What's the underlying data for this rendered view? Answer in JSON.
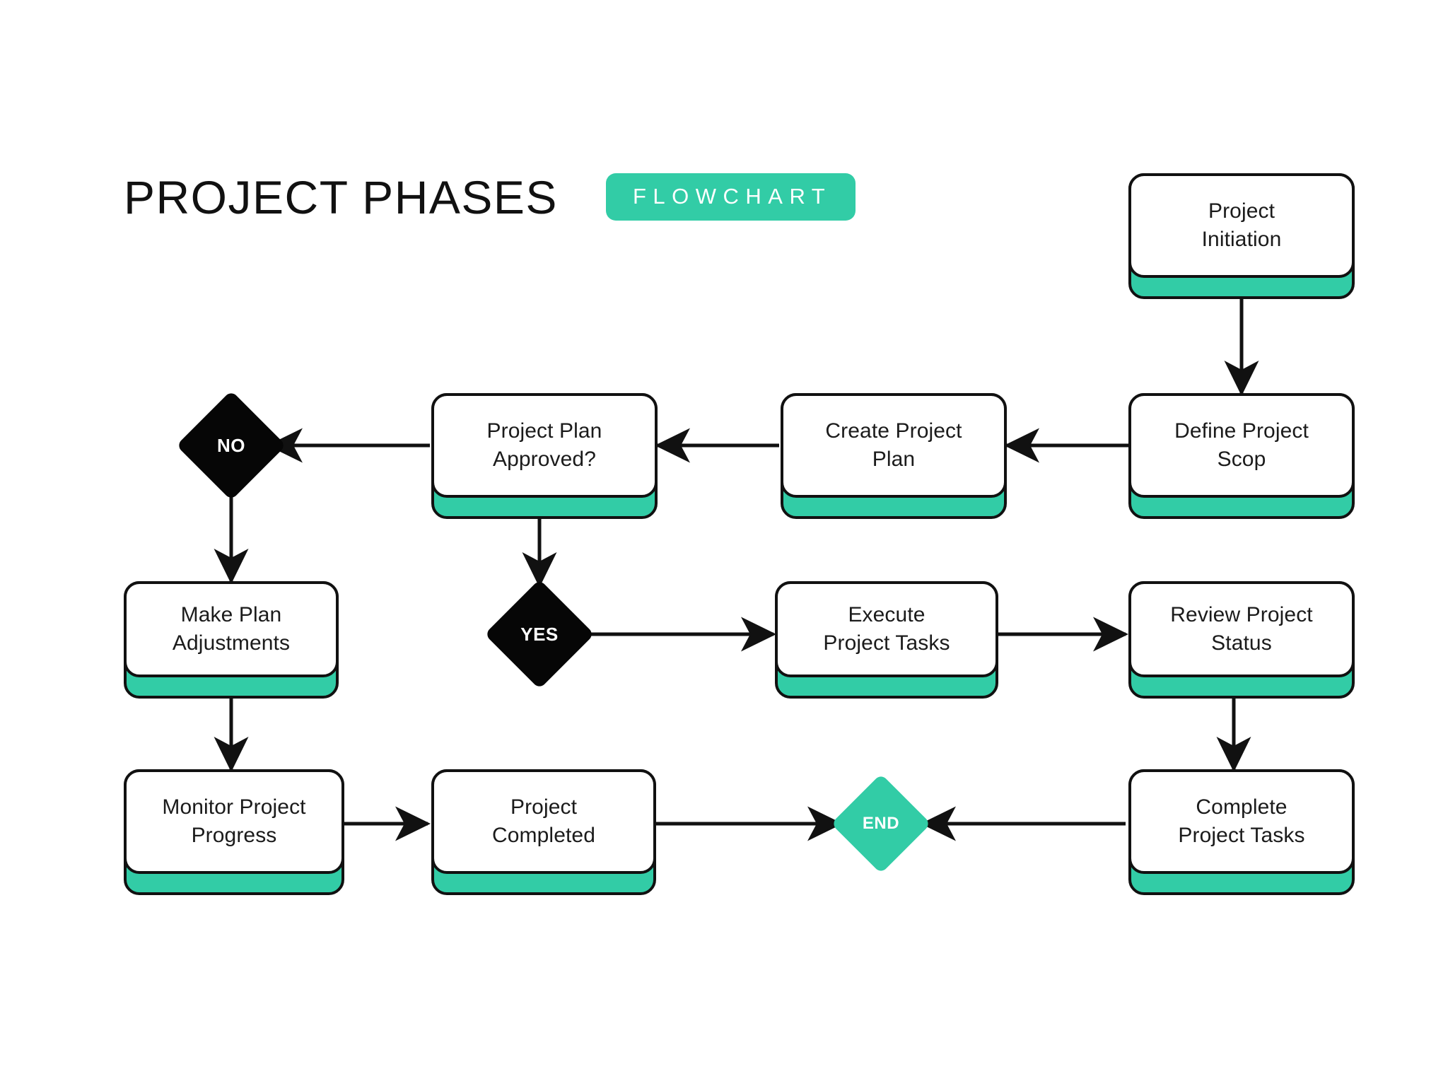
{
  "header": {
    "title": "PROJECT PHASES",
    "badge": "FLOWCHART"
  },
  "colors": {
    "accent_teal": "#32CCA6",
    "ink_black": "#111111",
    "node_fill": "#FFFFFF",
    "background": "#FFFFFF"
  },
  "chart_data": {
    "type": "diagram",
    "diagram_kind": "flowchart",
    "title": "PROJECT PHASES",
    "subtitle": "FLOWCHART",
    "orientation": "serpentine (right-to-left then left-to-right)",
    "nodes": [
      {
        "id": "project-initiation",
        "label": "Project\nInitiation",
        "shape": "rounded-rect",
        "row": 1,
        "col": 4
      },
      {
        "id": "define-project-scope",
        "label": "Define Project\nScop",
        "shape": "rounded-rect",
        "row": 2,
        "col": 4
      },
      {
        "id": "create-project-plan",
        "label": "Create Project\nPlan",
        "shape": "rounded-rect",
        "row": 2,
        "col": 3
      },
      {
        "id": "project-plan-approved",
        "label": "Project Plan\nApproved?",
        "shape": "rounded-rect",
        "row": 2,
        "col": 2
      },
      {
        "id": "decision-no",
        "label": "NO",
        "shape": "diamond",
        "row": 2,
        "col": 1,
        "fill": "#060606",
        "text_color": "#FFFFFF"
      },
      {
        "id": "decision-yes",
        "label": "YES",
        "shape": "diamond",
        "row": 3,
        "col": 2,
        "fill": "#060606",
        "text_color": "#FFFFFF"
      },
      {
        "id": "make-plan-adjustments",
        "label": "Make Plan\nAdjustments",
        "shape": "rounded-rect",
        "row": 3,
        "col": 1
      },
      {
        "id": "execute-project-tasks",
        "label": "Execute\nProject Tasks",
        "shape": "rounded-rect",
        "row": 3,
        "col": 3
      },
      {
        "id": "review-project-status",
        "label": "Review Project\nStatus",
        "shape": "rounded-rect",
        "row": 3,
        "col": 4
      },
      {
        "id": "complete-project-tasks",
        "label": "Complete\nProject Tasks",
        "shape": "rounded-rect",
        "row": 4,
        "col": 4
      },
      {
        "id": "end",
        "label": "END",
        "shape": "diamond",
        "row": 4,
        "col": 3,
        "fill": "#32CCA6",
        "text_color": "#FFFFFF"
      },
      {
        "id": "project-completed",
        "label": "Project\nCompleted",
        "shape": "rounded-rect",
        "row": 4,
        "col": 2
      },
      {
        "id": "monitor-project-progress",
        "label": "Monitor Project\nProgress",
        "shape": "rounded-rect",
        "row": 4,
        "col": 1
      }
    ],
    "edges": [
      {
        "from": "project-initiation",
        "to": "define-project-scope",
        "direction": "down"
      },
      {
        "from": "define-project-scope",
        "to": "create-project-plan",
        "direction": "left"
      },
      {
        "from": "create-project-plan",
        "to": "project-plan-approved",
        "direction": "left"
      },
      {
        "from": "project-plan-approved",
        "to": "decision-no",
        "direction": "left"
      },
      {
        "from": "decision-no",
        "to": "make-plan-adjustments",
        "direction": "down"
      },
      {
        "from": "project-plan-approved",
        "to": "decision-yes",
        "direction": "down"
      },
      {
        "from": "decision-yes",
        "to": "execute-project-tasks",
        "direction": "right"
      },
      {
        "from": "execute-project-tasks",
        "to": "review-project-status",
        "direction": "right"
      },
      {
        "from": "review-project-status",
        "to": "complete-project-tasks",
        "direction": "down"
      },
      {
        "from": "complete-project-tasks",
        "to": "end",
        "direction": "left"
      },
      {
        "from": "make-plan-adjustments",
        "to": "monitor-project-progress",
        "direction": "down"
      },
      {
        "from": "monitor-project-progress",
        "to": "project-completed",
        "direction": "right"
      },
      {
        "from": "project-completed",
        "to": "end",
        "direction": "right"
      }
    ]
  }
}
